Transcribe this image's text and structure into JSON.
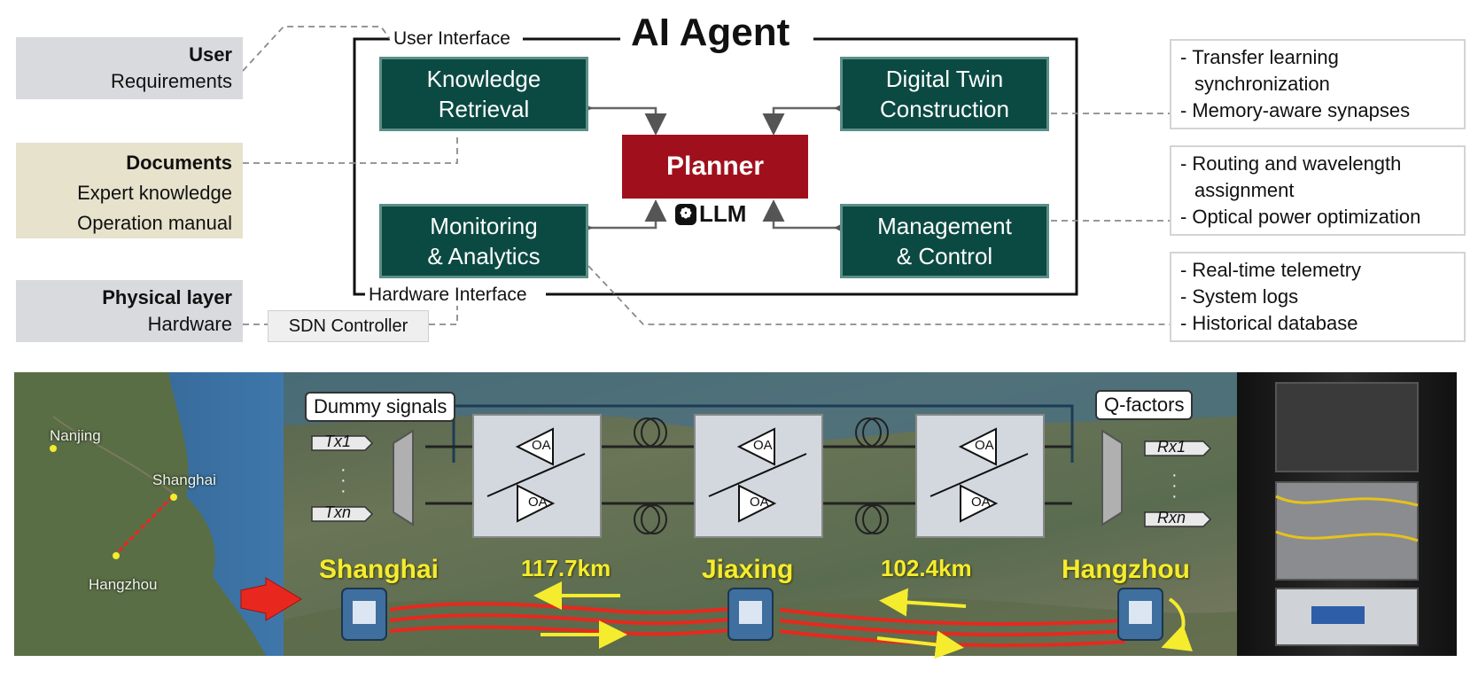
{
  "agent": {
    "title": "AI Agent",
    "user_interface_label": "User Interface",
    "hardware_interface_label": "Hardware Interface",
    "planner_label": "Planner",
    "llm_label": "LLM",
    "modules": {
      "knowledge_retrieval": [
        "Knowledge",
        "Retrieval"
      ],
      "digital_twin": [
        "Digital Twin",
        "Construction"
      ],
      "monitoring": [
        "Monitoring",
        "& Analytics"
      ],
      "management": [
        "Management",
        "& Control"
      ]
    }
  },
  "inputs": {
    "user": {
      "title": "User",
      "line1": "Requirements"
    },
    "documents": {
      "title": "Documents",
      "line1": "Expert knowledge",
      "line2": "Operation manual"
    },
    "physical": {
      "title": "Physical layer",
      "line1": "Hardware"
    },
    "sdn_controller": "SDN Controller"
  },
  "features": {
    "digital_twin": {
      "l1": "Transfer learning",
      "l2": "synchronization",
      "l3": "Memory-aware synapses"
    },
    "management": {
      "l1": "Routing and wavelength",
      "l2": "assignment",
      "l3": "Optical power optimization"
    },
    "monitoring": {
      "l1": "Real-time telemetry",
      "l2": "System logs",
      "l3": "Historical database"
    }
  },
  "testbed": {
    "map_labels": {
      "nanjing": "Nanjing",
      "shanghai": "Shanghai",
      "hangzhou": "Hangzhou"
    },
    "dummy_signals": "Dummy signals",
    "q_factors": "Q-factors",
    "tx1": "Tx1",
    "txn": "Txn",
    "rx1": "Rx1",
    "rxn": "Rxn",
    "oa": "OA",
    "cities": {
      "shanghai": "Shanghai",
      "jiaxing": "Jiaxing",
      "hangzhou": "Hangzhou"
    },
    "spans": {
      "span1": "117.7km",
      "span2": "102.4km"
    }
  },
  "colors": {
    "module_green": "#0b4a42",
    "planner_red": "#a0101c",
    "user_box": "#d8dadd",
    "documents_box": "#e6e2cc",
    "route_red": "#e8281e",
    "label_yellow": "#f5ec2e"
  }
}
